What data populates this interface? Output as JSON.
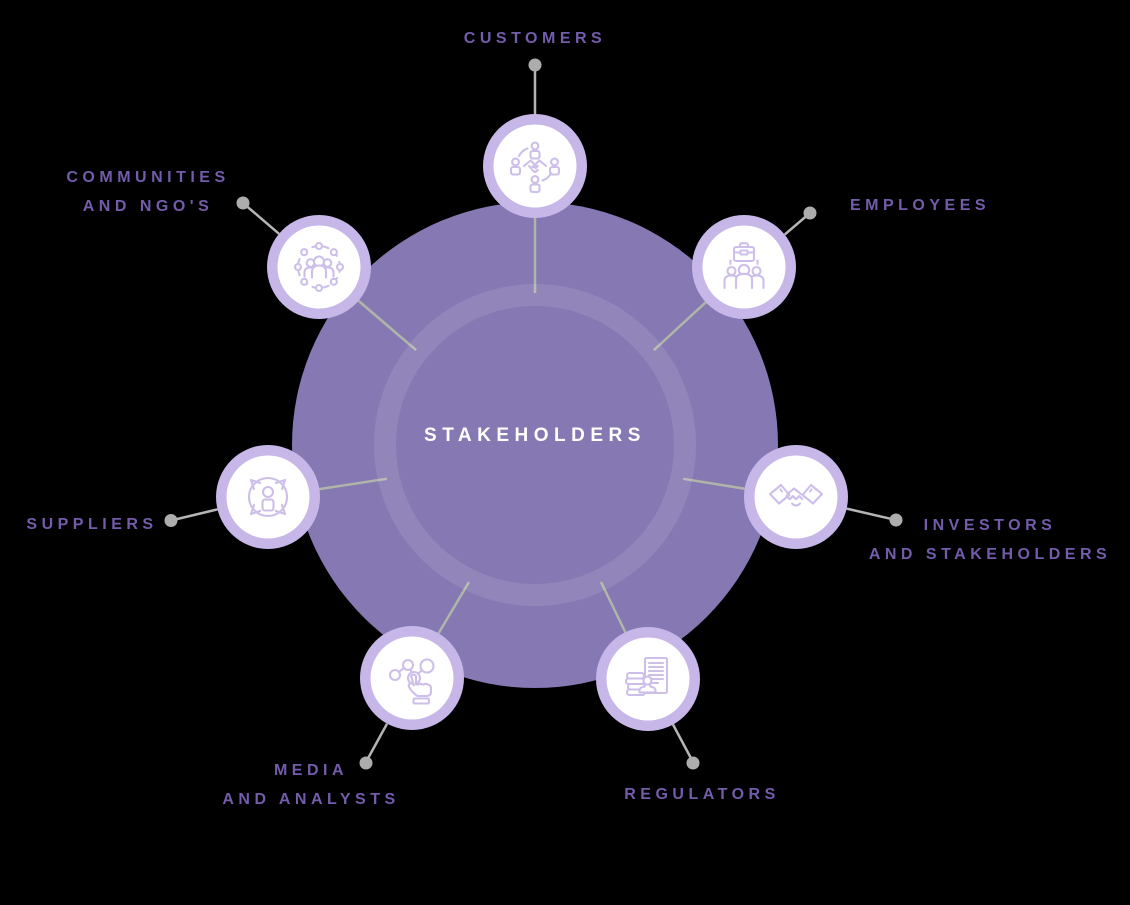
{
  "diagram": {
    "type": "hub-and-spoke",
    "center_label": "STAKEHOLDERS",
    "node_count": 7
  },
  "nodes": [
    {
      "id": "customers",
      "lines": [
        "CUSTOMERS"
      ],
      "icon": "customers-handshake-network-icon"
    },
    {
      "id": "employees",
      "lines": [
        "EMPLOYEES"
      ],
      "icon": "employees-team-briefcase-icon"
    },
    {
      "id": "investors-and-stakeholders",
      "lines": [
        "INVESTORS",
        "AND STAKEHOLDERS"
      ],
      "icon": "investors-handshake-icon"
    },
    {
      "id": "regulators",
      "lines": [
        "REGULATORS"
      ],
      "icon": "regulators-document-stamp-icon"
    },
    {
      "id": "media-and-analysts",
      "lines": [
        "MEDIA",
        "AND ANALYSTS"
      ],
      "icon": "media-analytics-touch-icon"
    },
    {
      "id": "suppliers",
      "lines": [
        "SUPPLIERS"
      ],
      "icon": "suppliers-distribution-person-icon"
    },
    {
      "id": "communities-and-ngos",
      "lines": [
        "COMMUNITIES",
        "AND NGO'S"
      ],
      "icon": "communities-people-network-icon"
    }
  ],
  "colors": {
    "background": "#000000",
    "hub_circle": "#8678b2",
    "hub_inner_ring": "rgba(255,255,255,0.10)",
    "node_ring": "#c7b7e9",
    "node_fill": "#ffffff",
    "icon_stroke": "#cdbfe9",
    "spoke_line": "#b0b5aa",
    "connector_line": "#b5b5b5",
    "connector_dot": "#adadad",
    "label_text": "#735cab",
    "center_text": "#ffffff"
  }
}
